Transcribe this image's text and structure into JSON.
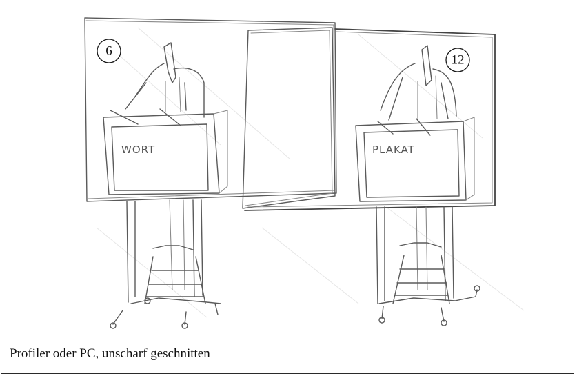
{
  "markers": {
    "left": "6",
    "right": "12"
  },
  "boards": {
    "left_text": "WORT",
    "right_text": "PLAKAT"
  },
  "caption": "Profiler oder PC, unscharf geschnitten"
}
